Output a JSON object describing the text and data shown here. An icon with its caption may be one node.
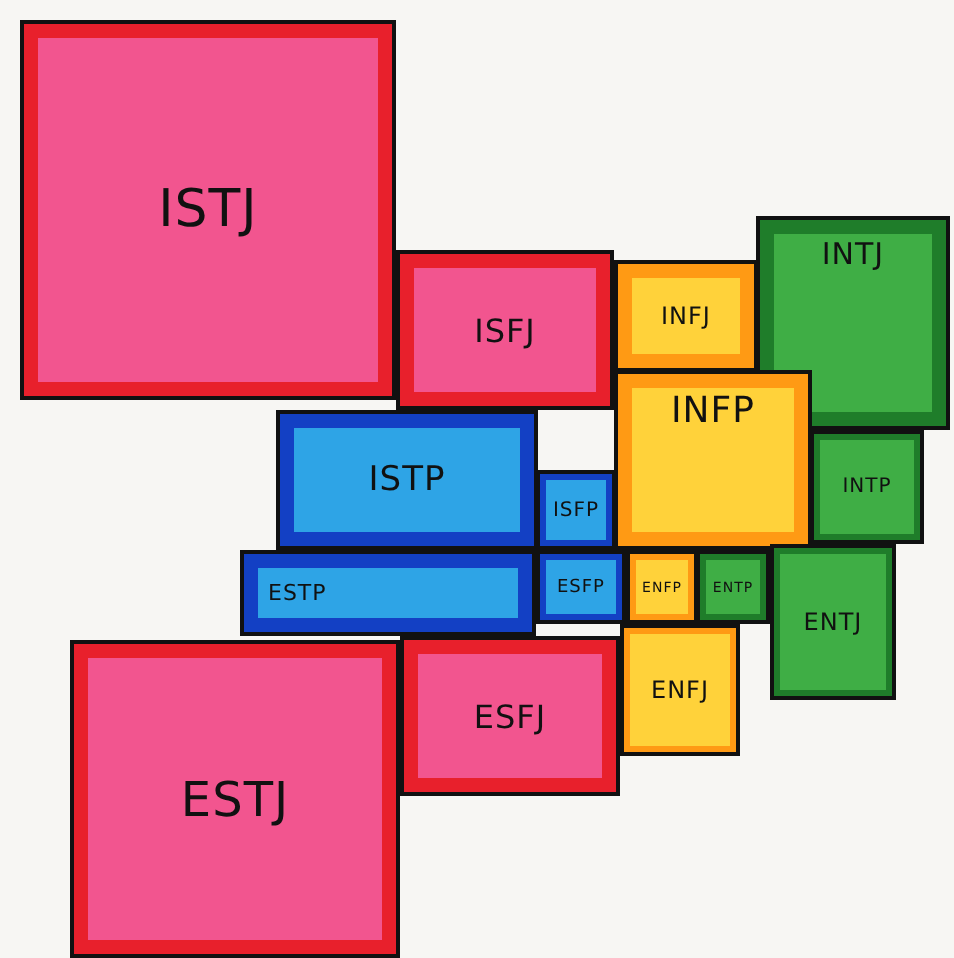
{
  "diagram": {
    "nodes": [
      {
        "text": [
          "ISTJ"
        ]
      },
      {
        "text": [
          "ISFJ"
        ]
      },
      {
        "text": [
          "INFJ"
        ]
      },
      {
        "text": [
          "INTJ"
        ]
      },
      {
        "text": [
          "ISTP"
        ]
      },
      {
        "text": [
          "ISFP"
        ]
      },
      {
        "text": [
          "INFP"
        ]
      },
      {
        "text": [
          "INTP"
        ]
      },
      {
        "text": [
          "ESTP"
        ]
      },
      {
        "text": [
          "ESFP"
        ]
      },
      {
        "text": [
          "ENFP"
        ]
      },
      {
        "text": [
          "ENTP"
        ]
      },
      {
        "text": [
          "ESFJ"
        ]
      },
      {
        "text": [
          "ENFJ"
        ]
      },
      {
        "text": [
          "ENTJ"
        ]
      },
      {
        "text": [
          "ESTJ"
        ]
      }
    ]
  }
}
